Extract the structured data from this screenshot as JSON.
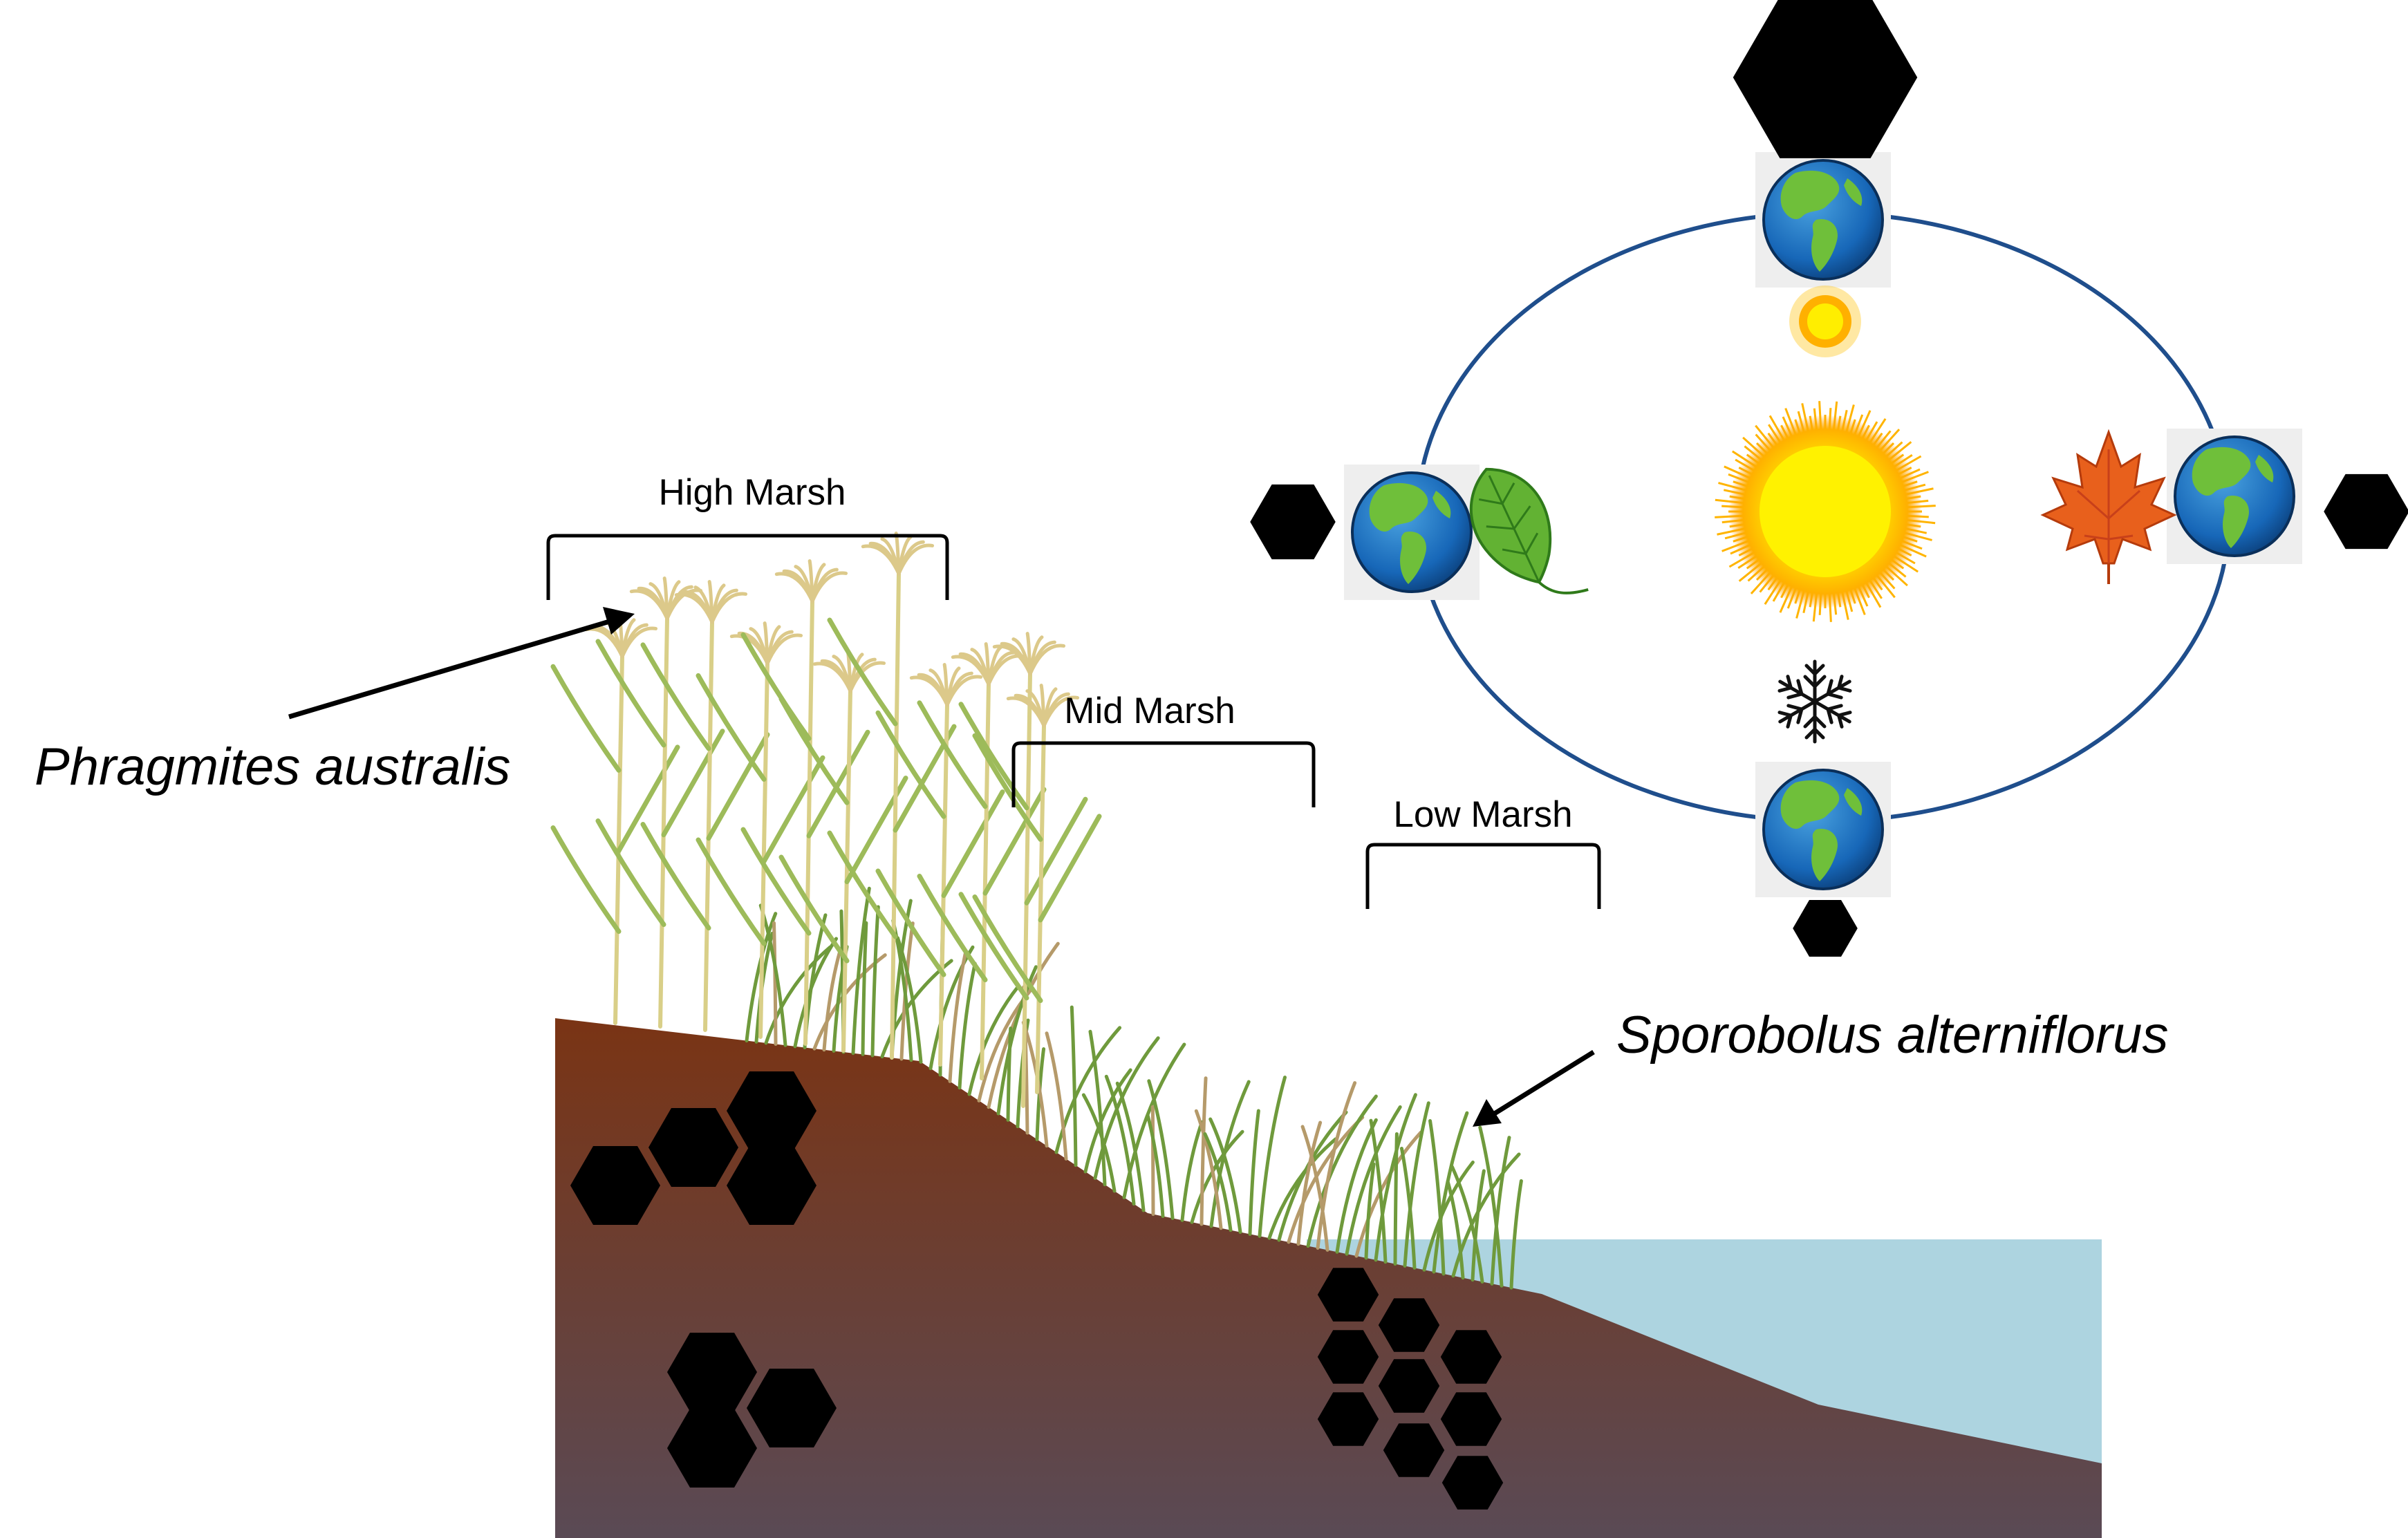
{
  "labels": {
    "high_marsh": "High Marsh",
    "mid_marsh": "Mid Marsh",
    "low_marsh": "Low Marsh",
    "species_1": "Phragmites australis",
    "species_2": "Sporobolus alterniflorus"
  },
  "colors": {
    "soil_top": "#7a3414",
    "soil_bottom": "#5a4a55",
    "water": "#add4e0",
    "orbit": "#1f4e8c",
    "hexagon": "#000000",
    "phragmites_stem": "#d9cf88",
    "phragmites_leaf": "#9dbb5a",
    "spartina": "#6f9a3c"
  },
  "icons": {
    "sun": "sun-icon",
    "earth": "earth-icon",
    "spring": "green-leaf-icon",
    "summer": "small-sun-icon",
    "autumn": "maple-leaf-icon",
    "winter": "snowflake-icon",
    "carbon": "hexagon-icon"
  }
}
